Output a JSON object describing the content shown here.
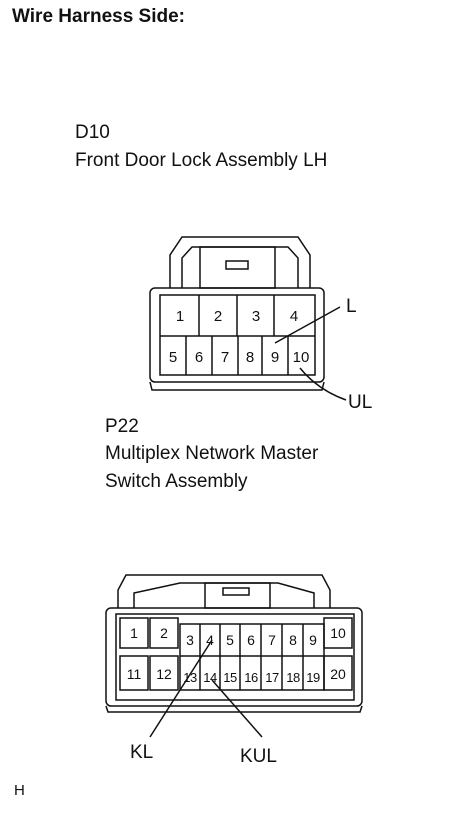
{
  "heading": "Wire Harness Side:",
  "connectors": [
    {
      "id": "D10",
      "name_lines": [
        "Front Door Lock Assembly LH"
      ],
      "pins_top": [
        "1",
        "2",
        "3",
        "4"
      ],
      "pins_bottom": [
        "5",
        "6",
        "7",
        "8",
        "9",
        "10"
      ],
      "callouts": [
        "L",
        "UL"
      ]
    },
    {
      "id": "P22",
      "name_lines": [
        "Multiplex Network Master",
        "Switch Assembly"
      ],
      "pins_top": [
        "1",
        "2",
        "3",
        "4",
        "5",
        "6",
        "7",
        "8",
        "9",
        "10"
      ],
      "pins_bottom": [
        "11",
        "12",
        "13",
        "14",
        "15",
        "16",
        "17",
        "18",
        "19",
        "20"
      ],
      "callouts": [
        "KL",
        "KUL"
      ]
    }
  ],
  "footer": "H"
}
